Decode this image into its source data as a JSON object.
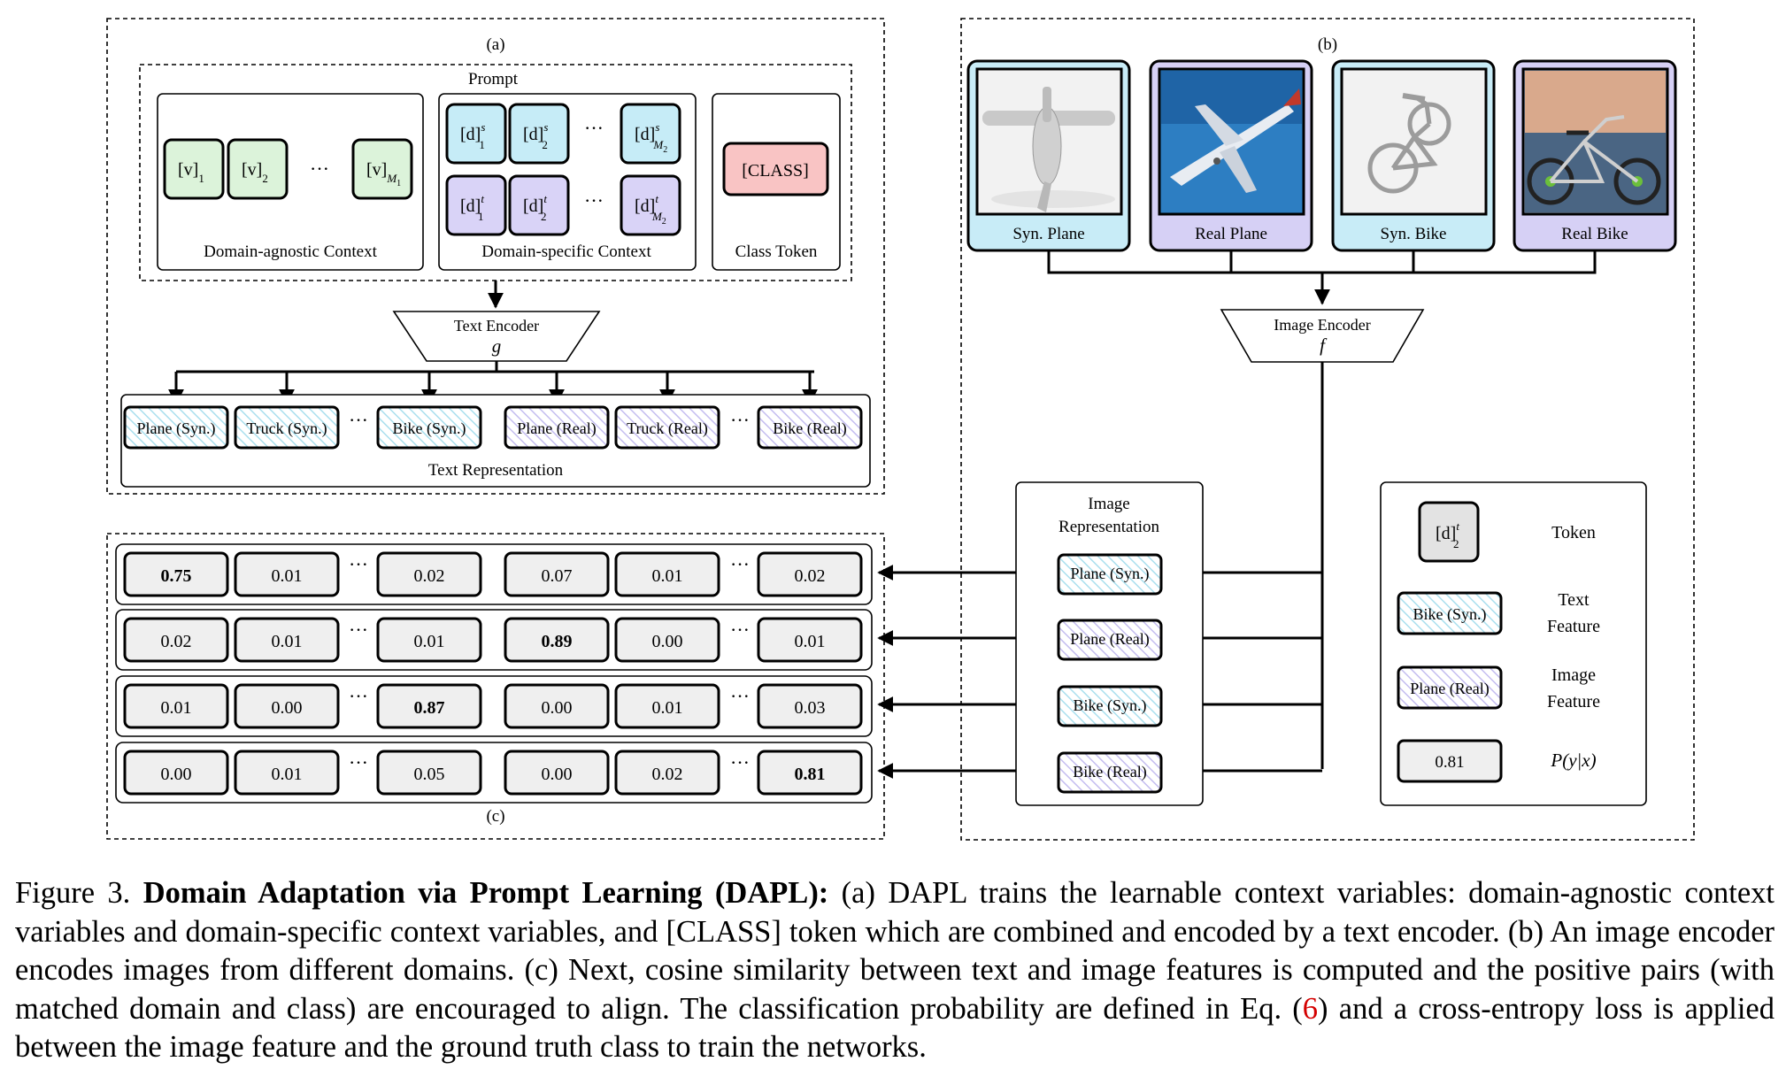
{
  "panels": {
    "a": "(a)",
    "b": "(b)",
    "c": "(c)"
  },
  "prompt": {
    "title": "Prompt",
    "agnostic": {
      "label": "Domain-agnostic Context",
      "tokens": [
        {
          "base": "[v]",
          "sub": "1"
        },
        {
          "base": "[v]",
          "sub": "2"
        },
        {
          "base": "[v]",
          "sub": "M",
          "subsub": "1"
        }
      ]
    },
    "specific": {
      "label": "Domain-specific Context",
      "source_tokens": [
        {
          "base": "[d]",
          "sup": "s",
          "sub": "1"
        },
        {
          "base": "[d]",
          "sup": "s",
          "sub": "2"
        },
        {
          "base": "[d]",
          "sup": "s",
          "sub": "M",
          "subsub": "2"
        }
      ],
      "target_tokens": [
        {
          "base": "[d]",
          "sup": "t",
          "sub": "1"
        },
        {
          "base": "[d]",
          "sup": "t",
          "sub": "2"
        },
        {
          "base": "[d]",
          "sup": "t",
          "sub": "M",
          "subsub": "2"
        }
      ]
    },
    "class_token": {
      "label": "Class Token",
      "token": "[CLASS]"
    },
    "ellipsis": "···"
  },
  "text_encoder": {
    "label": "Text Encoder",
    "symbol": "g"
  },
  "text_representation": {
    "label": "Text Representation",
    "features": [
      "Plane (Syn.)",
      "Truck (Syn.)",
      "Bike (Syn.)",
      "Plane (Real)",
      "Truck (Real)",
      "Bike (Real)"
    ]
  },
  "images": [
    {
      "label": "Syn. Plane",
      "domain": "synthetic"
    },
    {
      "label": "Real Plane",
      "domain": "real"
    },
    {
      "label": "Syn. Bike",
      "domain": "synthetic"
    },
    {
      "label": "Real Bike",
      "domain": "real"
    }
  ],
  "image_encoder": {
    "label": "Image Encoder",
    "symbol": "f"
  },
  "image_representation": {
    "label_line1": "Image",
    "label_line2": "Representation",
    "features": [
      "Plane (Syn.)",
      "Plane (Real)",
      "Bike (Syn.)",
      "Bike (Real)"
    ]
  },
  "probabilities": {
    "rows": [
      [
        "0.75",
        "0.01",
        "0.02",
        "0.07",
        "0.01",
        "0.02"
      ],
      [
        "0.02",
        "0.01",
        "0.01",
        "0.89",
        "0.00",
        "0.01"
      ],
      [
        "0.01",
        "0.00",
        "0.87",
        "0.00",
        "0.01",
        "0.03"
      ],
      [
        "0.00",
        "0.01",
        "0.05",
        "0.00",
        "0.02",
        "0.81"
      ]
    ],
    "highlight": [
      [
        0,
        0
      ],
      [
        1,
        3
      ],
      [
        2,
        2
      ],
      [
        3,
        5
      ]
    ]
  },
  "legend": {
    "token": {
      "sample_base": "[d]",
      "sample_sup": "t",
      "sample_sub": "2",
      "label": "Token"
    },
    "text_feature": {
      "sample": "Bike (Syn.)",
      "label_line1": "Text",
      "label_line2": "Feature"
    },
    "image_feature": {
      "sample": "Plane (Real)",
      "label_line1": "Image",
      "label_line2": "Feature"
    },
    "probability": {
      "sample": "0.81",
      "label": "P(y|x)"
    }
  },
  "colors": {
    "agnostic_fill": "#dcf3da",
    "source_fill": "#c6ecf7",
    "target_fill": "#d9d3f7",
    "class_fill": "#f9c4c4",
    "syn_card": "#c8ecf7",
    "real_card": "#d6d0f5",
    "prob_fill": "#efefef",
    "syn_hatch": "#a9dfee",
    "real_hatch": "#c4bdf0"
  },
  "caption": {
    "prefix": "Figure 3.",
    "title": "Domain Adaptation via Prompt Learning (DAPL):",
    "body": "(a) DAPL trains the learnable context variables: domain-agnostic context variables and domain-specific context variables, and [CLASS] token which are combined and encoded by a text encoder. (b) An image encoder encodes images from different domains. (c) Next, cosine similarity between text and image features is computed and the positive pairs (with matched domain and class) are encouraged to align. The classification probability are defined in Eq. (",
    "eq_ref": "6",
    "suffix": ") and a cross-entropy loss is applied between the image feature and the ground truth class to train the networks."
  }
}
